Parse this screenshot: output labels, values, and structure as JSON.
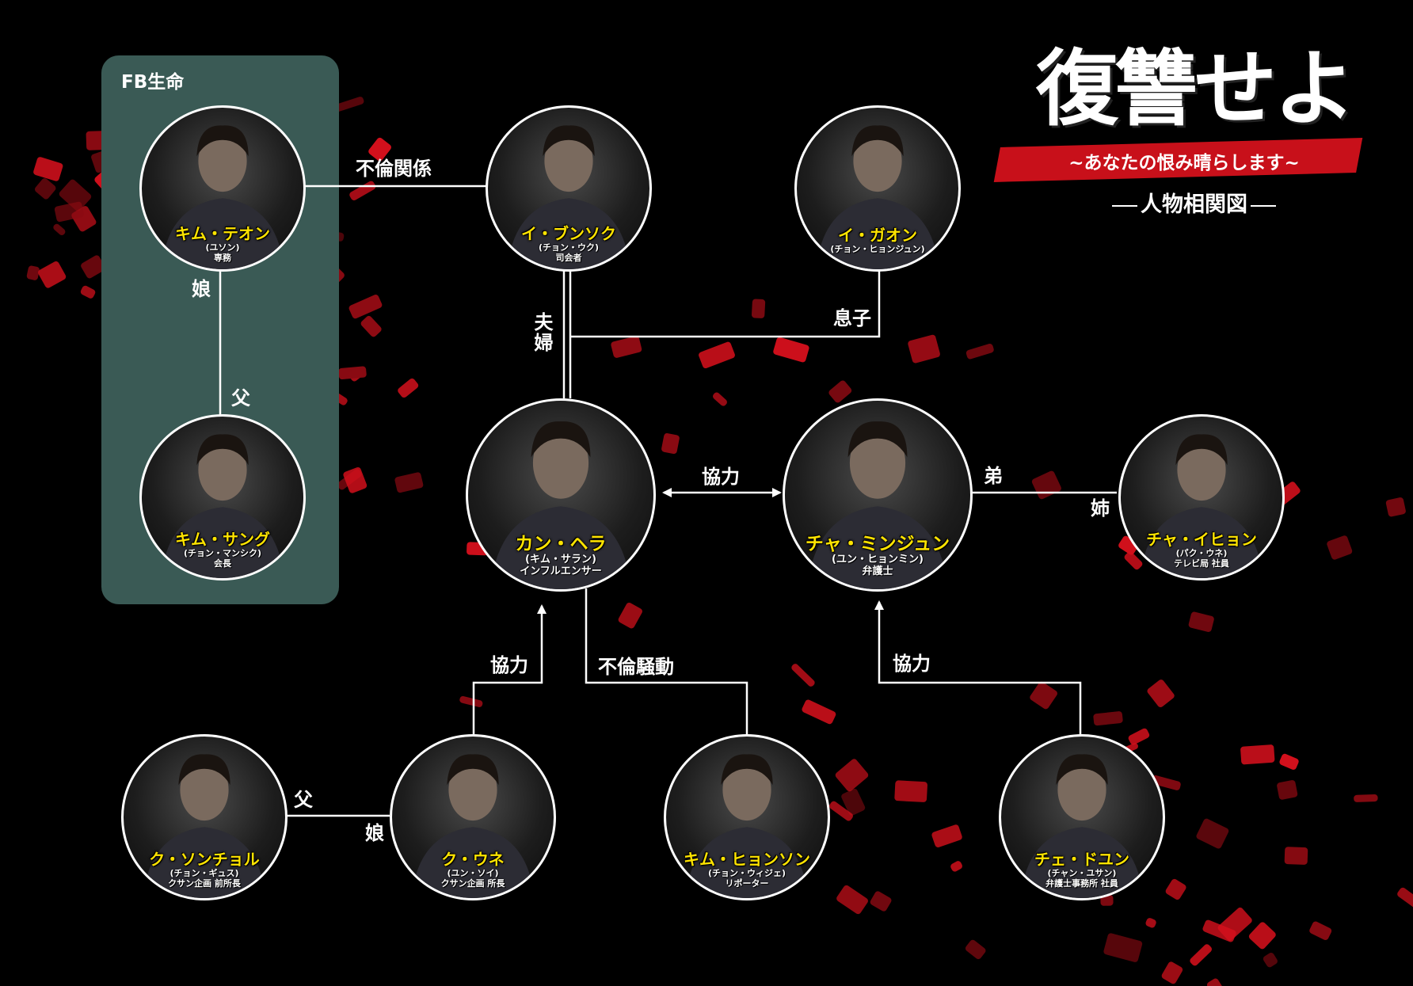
{
  "title": {
    "main": "復讐せよ",
    "subtitle": "~あなたの恨み晴らします~",
    "chart_label": "人物相関図"
  },
  "group": {
    "label": "FB生命",
    "color": "#3a5a55"
  },
  "colors": {
    "background": "#000000",
    "name_text": "#ffe400",
    "line": "#ffffff",
    "accent_red": "#c8101a"
  },
  "characters": {
    "kim_taeon": {
      "name": "キム・テオン",
      "actor": "(ユソン)",
      "role": "専務"
    },
    "kim_sanggu": {
      "name": "キム・サング",
      "actor": "(チョン・マンシク)",
      "role": "会長"
    },
    "lee_junseok": {
      "name": "イ・ブンソク",
      "actor": "(チョン・ウク)",
      "role": "司会者"
    },
    "lee_gaon": {
      "name": "イ・ガオン",
      "actor": "(チョン・ヒョンジュン)",
      "role": ""
    },
    "kang_hera": {
      "name": "カン・ヘラ",
      "actor": "(キム・サラン)",
      "role": "インフルエンサー"
    },
    "cha_minjun": {
      "name": "チャ・ミンジュン",
      "actor": "(ユン・ヒョンミン)",
      "role": "弁護士"
    },
    "cha_ihyeon": {
      "name": "チャ・イヒョン",
      "actor": "(パク・ウネ)",
      "role": "テレビ局 社員"
    },
    "gu_seongcheol": {
      "name": "ク・ソンチョル",
      "actor": "(チョン・ギュス)",
      "role": "クサン企画 前所長"
    },
    "gu_eunae": {
      "name": "ク・ウネ",
      "actor": "(ユン・ソイ)",
      "role": "クサン企画 所長"
    },
    "kim_hyeonseon": {
      "name": "キム・ヒョンソン",
      "actor": "(チョン・ウィジェ)",
      "role": "リポーター"
    },
    "choi_doyun": {
      "name": "チェ・ドユン",
      "actor": "(チャン・ユサン)",
      "role": "弁護士事務所 社員"
    }
  },
  "relations": {
    "affair": "不倫関係",
    "daughter_top": "娘",
    "father_top": "父",
    "couple": "夫婦",
    "son": "息子",
    "cooperate_mid": "協力",
    "brother": "弟",
    "sister": "姉",
    "cooperate_left": "協力",
    "affair_scandal": "不倫騒動",
    "cooperate_right": "協力",
    "father_bottom": "父",
    "daughter_bottom": "娘"
  }
}
